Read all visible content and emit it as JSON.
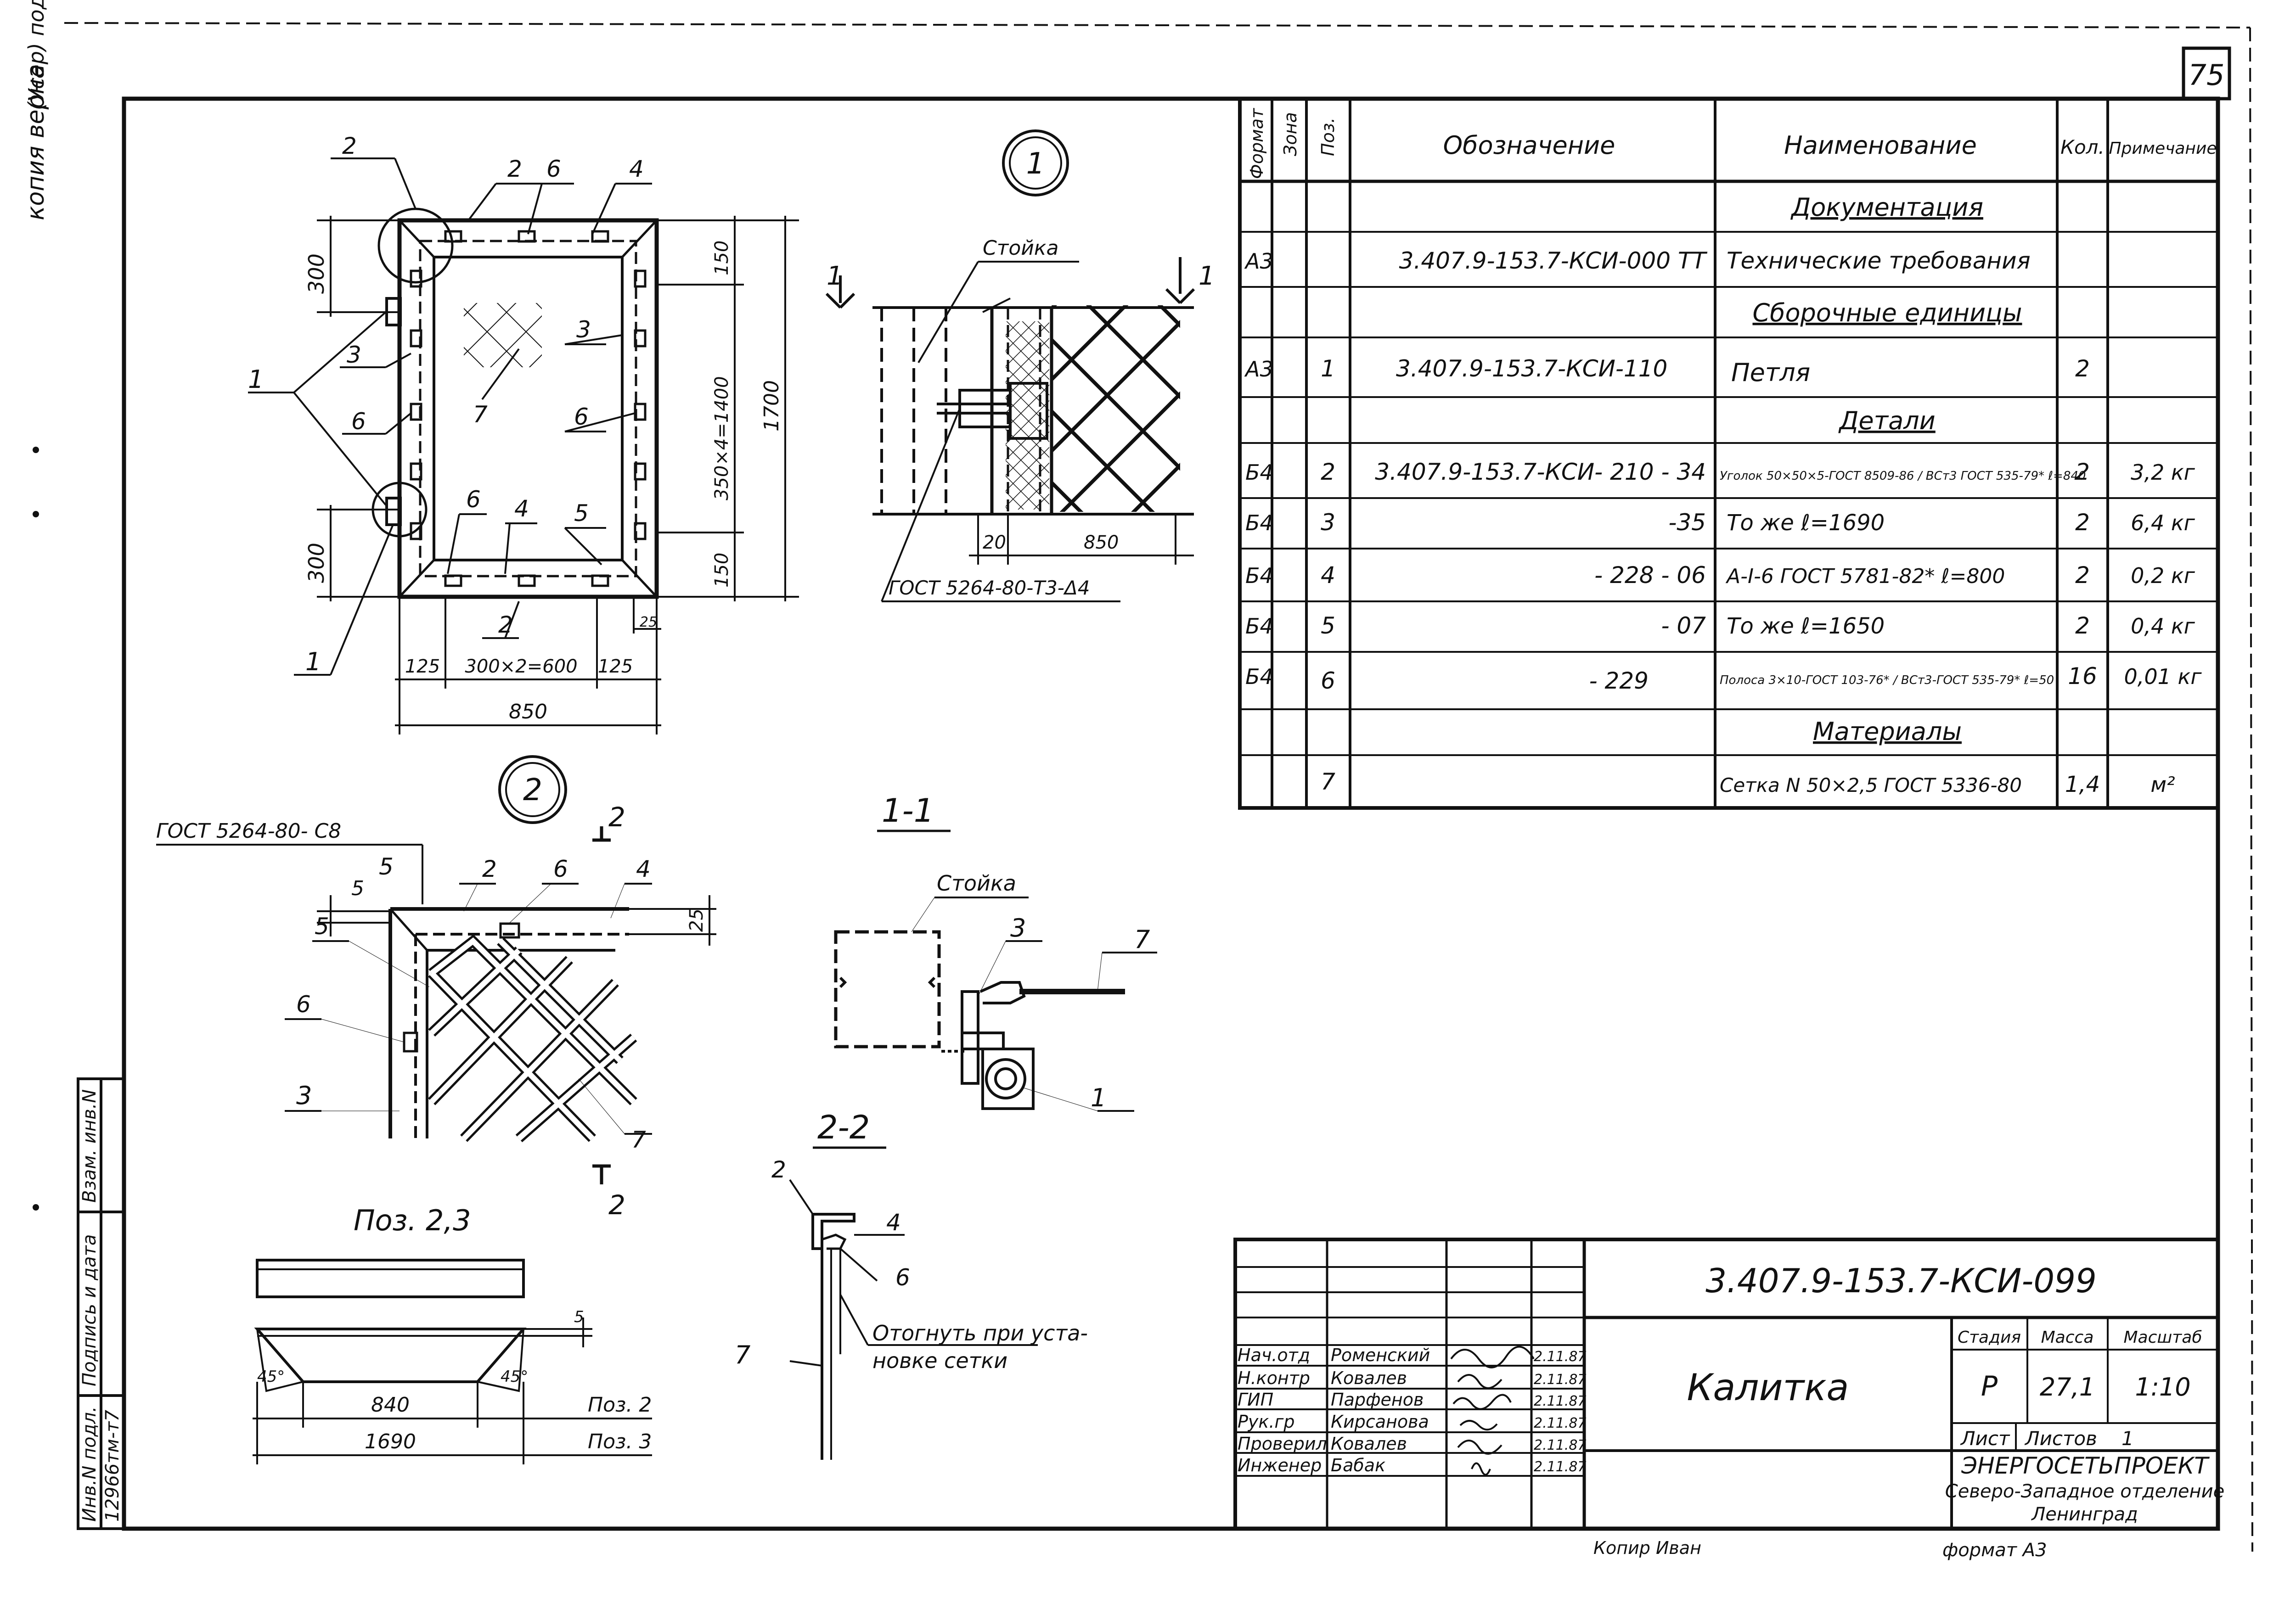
{
  "sheet": {
    "number": "75",
    "format_note": "формат А3",
    "copy_note": "Копир Иван",
    "side_stamp": "копия верна",
    "side_stamp_extra": "(Усер) подп."
  },
  "drawings": {
    "view1_callout": "1",
    "view2_callout": "2",
    "section_1_1_title": "1-1",
    "section_2_2_title": "2-2",
    "pos23_title": "Поз. 2,3",
    "stoika_label": "Стойка",
    "stoika_label_2": "Стойка",
    "gost_weld_1": "ГОСТ 5264-80-Т3-Δ4",
    "gost_weld_2": "ГОСТ 5264-80- С8",
    "bend_note_1": "Отогнуть при уста-",
    "bend_note_2": "новке сетки",
    "dims": {
      "d300a": "300",
      "d300b": "300",
      "d150a": "150",
      "d150b": "150",
      "d350x4": "350×4=1400",
      "d1700": "1700",
      "d125a": "125",
      "d300x2": "300×2=600",
      "d125b": "125",
      "d850": "850",
      "d25a": "25",
      "d20": "20",
      "d850b": "850",
      "d5a": "5",
      "d25b": "25",
      "d840": "840",
      "d1690": "1690",
      "d5b": "5",
      "d45a": "45°",
      "d45b": "45°",
      "pos2": "Поз. 2",
      "pos3": "Поз. 3"
    },
    "leaders": {
      "v1_2a": "2",
      "v1_2b": "2",
      "v1_6a": "6",
      "v1_4": "4",
      "v1_3a": "3",
      "v1_3b": "3",
      "v1_7": "7",
      "v1_1": "1",
      "v1_6b": "6",
      "v1_6c": "6",
      "v1_6d": "6",
      "v1_4b": "4",
      "v1_5": "5",
      "v1_2c": "2",
      "v1_1b": "1",
      "v2_5a": "5",
      "v2_2": "2",
      "v2_6": "6",
      "v2_4": "4",
      "v2_5b": "5",
      "v2_6b": "6",
      "v2_3": "3",
      "v2_7": "7",
      "s11_3": "3",
      "s11_7": "7",
      "s11_1": "1",
      "s22_2": "2",
      "s22_4": "4",
      "s22_6": "6",
      "s22_7": "7",
      "cut1_left": "1",
      "cut1_right": "1",
      "cut2_top": "2",
      "cut2_bottom": "2"
    }
  },
  "spec": {
    "headers": {
      "format": "Формат",
      "zone": "Зона",
      "pos": "Поз.",
      "designation": "Обозначение",
      "name": "Наименование",
      "qty": "Кол.",
      "note": "Примечание"
    },
    "rows": [
      {
        "format": "",
        "pos": "",
        "designation": "",
        "name": "Документация",
        "qty": "",
        "note": "",
        "section": true
      },
      {
        "format": "А3",
        "pos": "",
        "designation": "3.407.9-153.7-КСИ-000 ТТ",
        "name": "Технические требования",
        "qty": "",
        "note": "",
        "section": false
      },
      {
        "format": "",
        "pos": "",
        "designation": "",
        "name": "Сборочные единицы",
        "qty": "",
        "note": "",
        "section": true
      },
      {
        "format": "А3",
        "pos": "1",
        "designation": "3.407.9-153.7-КСИ-110",
        "name": "Петля",
        "qty": "2",
        "note": "",
        "section": false
      },
      {
        "format": "",
        "pos": "",
        "designation": "",
        "name": "Детали",
        "qty": "",
        "note": "",
        "section": true
      },
      {
        "format": "Б4",
        "pos": "2",
        "designation": "3.407.9-153.7-КСИ- 210 - 34",
        "name": "Уголок 50×50×5-ГОСТ 8509-86 / ВСт3 ГОСТ 535-79* ℓ=840",
        "qty": "2",
        "note": "3,2 кг",
        "section": false
      },
      {
        "format": "Б4",
        "pos": "3",
        "designation": "-35",
        "name": "То же ℓ=1690",
        "qty": "2",
        "note": "6,4 кг",
        "section": false
      },
      {
        "format": "Б4",
        "pos": "4",
        "designation": "- 228 - 06",
        "name": "А-I-6 ГОСТ 5781-82* ℓ=800",
        "qty": "2",
        "note": "0,2 кг",
        "section": false
      },
      {
        "format": "Б4",
        "pos": "5",
        "designation": "- 07",
        "name": "То же ℓ=1650",
        "qty": "2",
        "note": "0,4 кг",
        "section": false
      },
      {
        "format": "Б4",
        "pos": "6",
        "designation": "- 229",
        "name": "Полоса 3×10-ГОСТ 103-76* / ВСт3-ГОСТ 535-79* ℓ=50",
        "qty": "16",
        "note": "0,01 кг",
        "section": false
      },
      {
        "format": "",
        "pos": "",
        "designation": "",
        "name": "Материалы",
        "qty": "",
        "note": "",
        "section": true
      },
      {
        "format": "",
        "pos": "7",
        "designation": "",
        "name": "Сетка N 50×2,5 ГОСТ 5336-80",
        "qty": "1,4",
        "note": "м²",
        "section": false
      }
    ]
  },
  "title_block": {
    "designation": "3.407.9-153.7-КСИ-099",
    "title": "Калитка",
    "stage_label": "Стадия",
    "mass_label": "Масса",
    "scale_label": "Масштаб",
    "stage": "Р",
    "mass": "27,1",
    "scale": "1:10",
    "sheet_label": "Лист",
    "sheets_label": "Листов",
    "sheets_value": "1",
    "org_1": "ЭНЕРГОСЕТЬПРОЕКТ",
    "org_2": "Северо-Западное отделение",
    "org_3": "Ленинград",
    "signers": [
      {
        "role": "Нач.отд",
        "name": "Роменский",
        "date": "2.11.87"
      },
      {
        "role": "Н.контр",
        "name": "Ковалев",
        "date": "2.11.87"
      },
      {
        "role": "ГИП",
        "name": "Парфенов",
        "date": "2.11.87"
      },
      {
        "role": "Рук.гр",
        "name": "Кирсанова",
        "date": "2.11.87"
      },
      {
        "role": "Проверил",
        "name": "Ковалев",
        "date": "2.11.87"
      },
      {
        "role": "Инженер",
        "name": "Бабак",
        "date": "2.11.87"
      }
    ]
  },
  "side_block": {
    "inv_podl_label": "Инв.N подл.",
    "inv_podl_value": "12966тм-т7",
    "sign_date_label": "Подпись и дата",
    "vzam_label": "Взам. инв.N"
  }
}
